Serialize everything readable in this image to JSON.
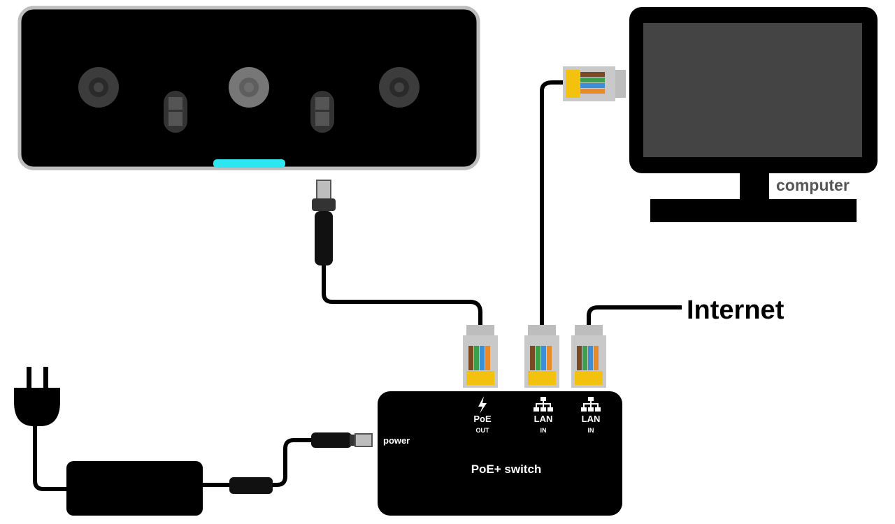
{
  "labels": {
    "computer": "computer",
    "internet": "Internet",
    "power": "power",
    "switch": "PoE+ switch",
    "port1_top": "PoE",
    "port1_bottom": "OUT",
    "port2_top": "LAN",
    "port2_bottom": "IN",
    "port3_top": "LAN",
    "port3_bottom": "IN"
  },
  "icons": [
    "lightning-icon",
    "network-icon",
    "network-icon"
  ],
  "colors": {
    "led": "#2ee6f0",
    "device": "#000000",
    "screen": "#444444",
    "frame": "#bdbdbd"
  }
}
